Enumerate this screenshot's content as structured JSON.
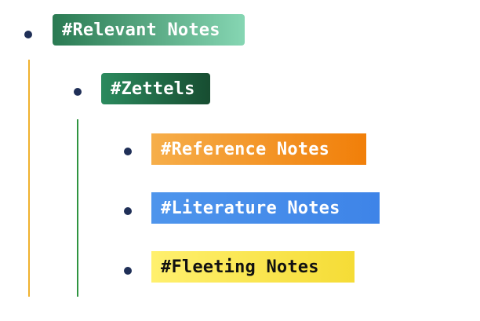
{
  "outline": {
    "guides": [
      {
        "color": "#f0b12e"
      },
      {
        "color": "#2f9440"
      }
    ],
    "items": [
      {
        "label": "#Relevant Notes",
        "bg_start": "#2a7a52",
        "bg_end": "#86d6b3",
        "text_color": "#ffffff",
        "level": 1
      },
      {
        "label": "#Zettels",
        "bg_start": "#2b8a5e",
        "bg_end": "#174d31",
        "text_color": "#ffffff",
        "level": 2
      },
      {
        "label": "#Reference Notes",
        "bg_start": "#f6ae4a",
        "bg_end": "#f17f09",
        "text_color": "#ffffff",
        "level": 3
      },
      {
        "label": "#Literature Notes",
        "bg_start": "#4e95ec",
        "bg_end": "#3e84e8",
        "text_color": "#ffffff",
        "level": 3
      },
      {
        "label": "#Fleeting Notes",
        "bg_start": "#fff06e",
        "bg_end": "#f5dc36",
        "text_color": "#111111",
        "level": 3
      }
    ]
  }
}
